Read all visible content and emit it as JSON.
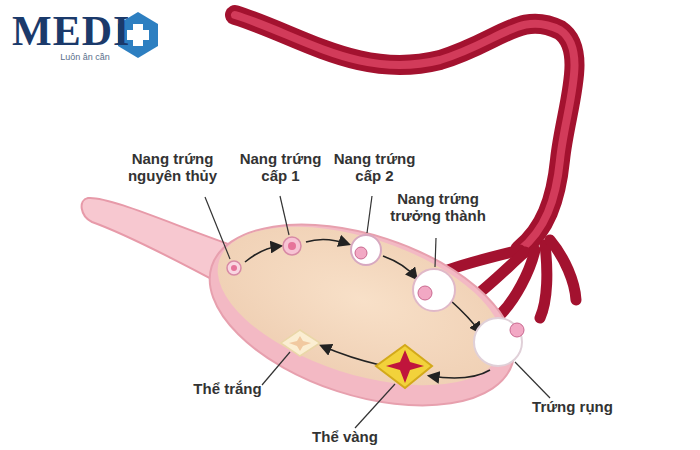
{
  "diagram": {
    "labels": [
      "MEDI",
      "Luôn ân cần",
      "Nang trứng nguyên thủy",
      "Nang trứng cấp 1",
      "Nang trứng cấp 2",
      "Nang trứng trưởng thành",
      "Trứng rụng",
      "Thể vàng",
      "Thể trắng"
    ]
  }
}
